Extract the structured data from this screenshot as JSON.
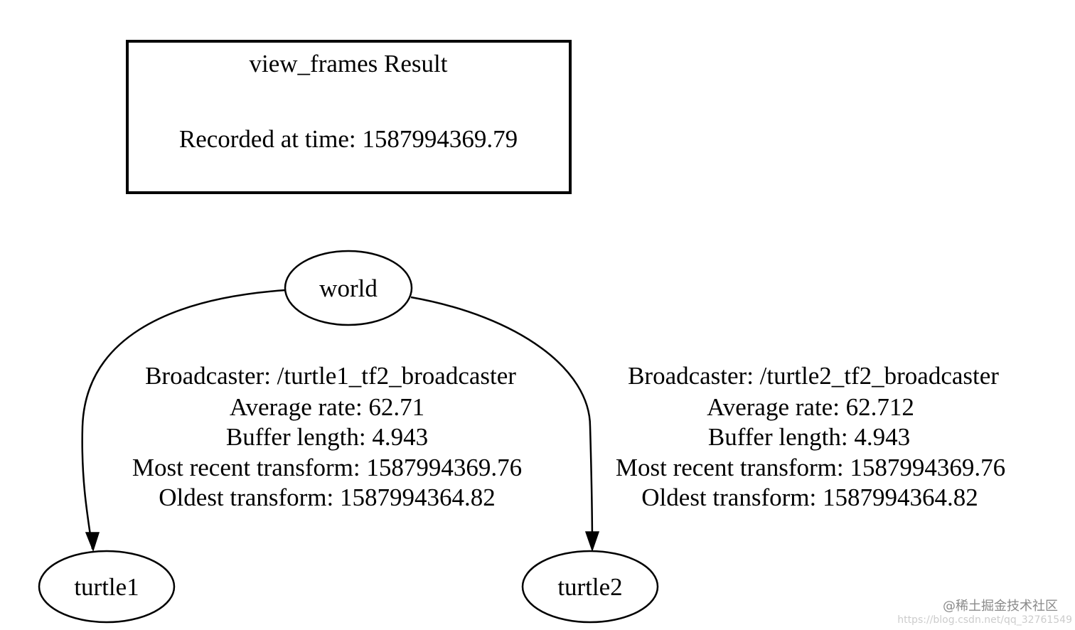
{
  "header": {
    "title": "view_frames Result",
    "recorded": "Recorded at time: 1587994369.79"
  },
  "nodes": {
    "world": "world",
    "turtle1": "turtle1",
    "turtle2": "turtle2"
  },
  "edges": [
    {
      "from": "world",
      "to": "turtle1",
      "lines": [
        "Broadcaster: /turtle1_tf2_broadcaster",
        "Average rate: 62.71",
        "Buffer length: 4.943",
        "Most recent transform: 1587994369.76",
        "Oldest transform: 1587994364.82"
      ]
    },
    {
      "from": "world",
      "to": "turtle2",
      "lines": [
        "Broadcaster: /turtle2_tf2_broadcaster",
        "Average rate: 62.712",
        "Buffer length: 4.943",
        "Most recent transform: 1587994369.76",
        "Oldest transform: 1587994364.82"
      ]
    }
  ],
  "watermark": {
    "line1": "@稀土掘金技术社区",
    "line2": "https://blog.csdn.net/qq_32761549"
  }
}
